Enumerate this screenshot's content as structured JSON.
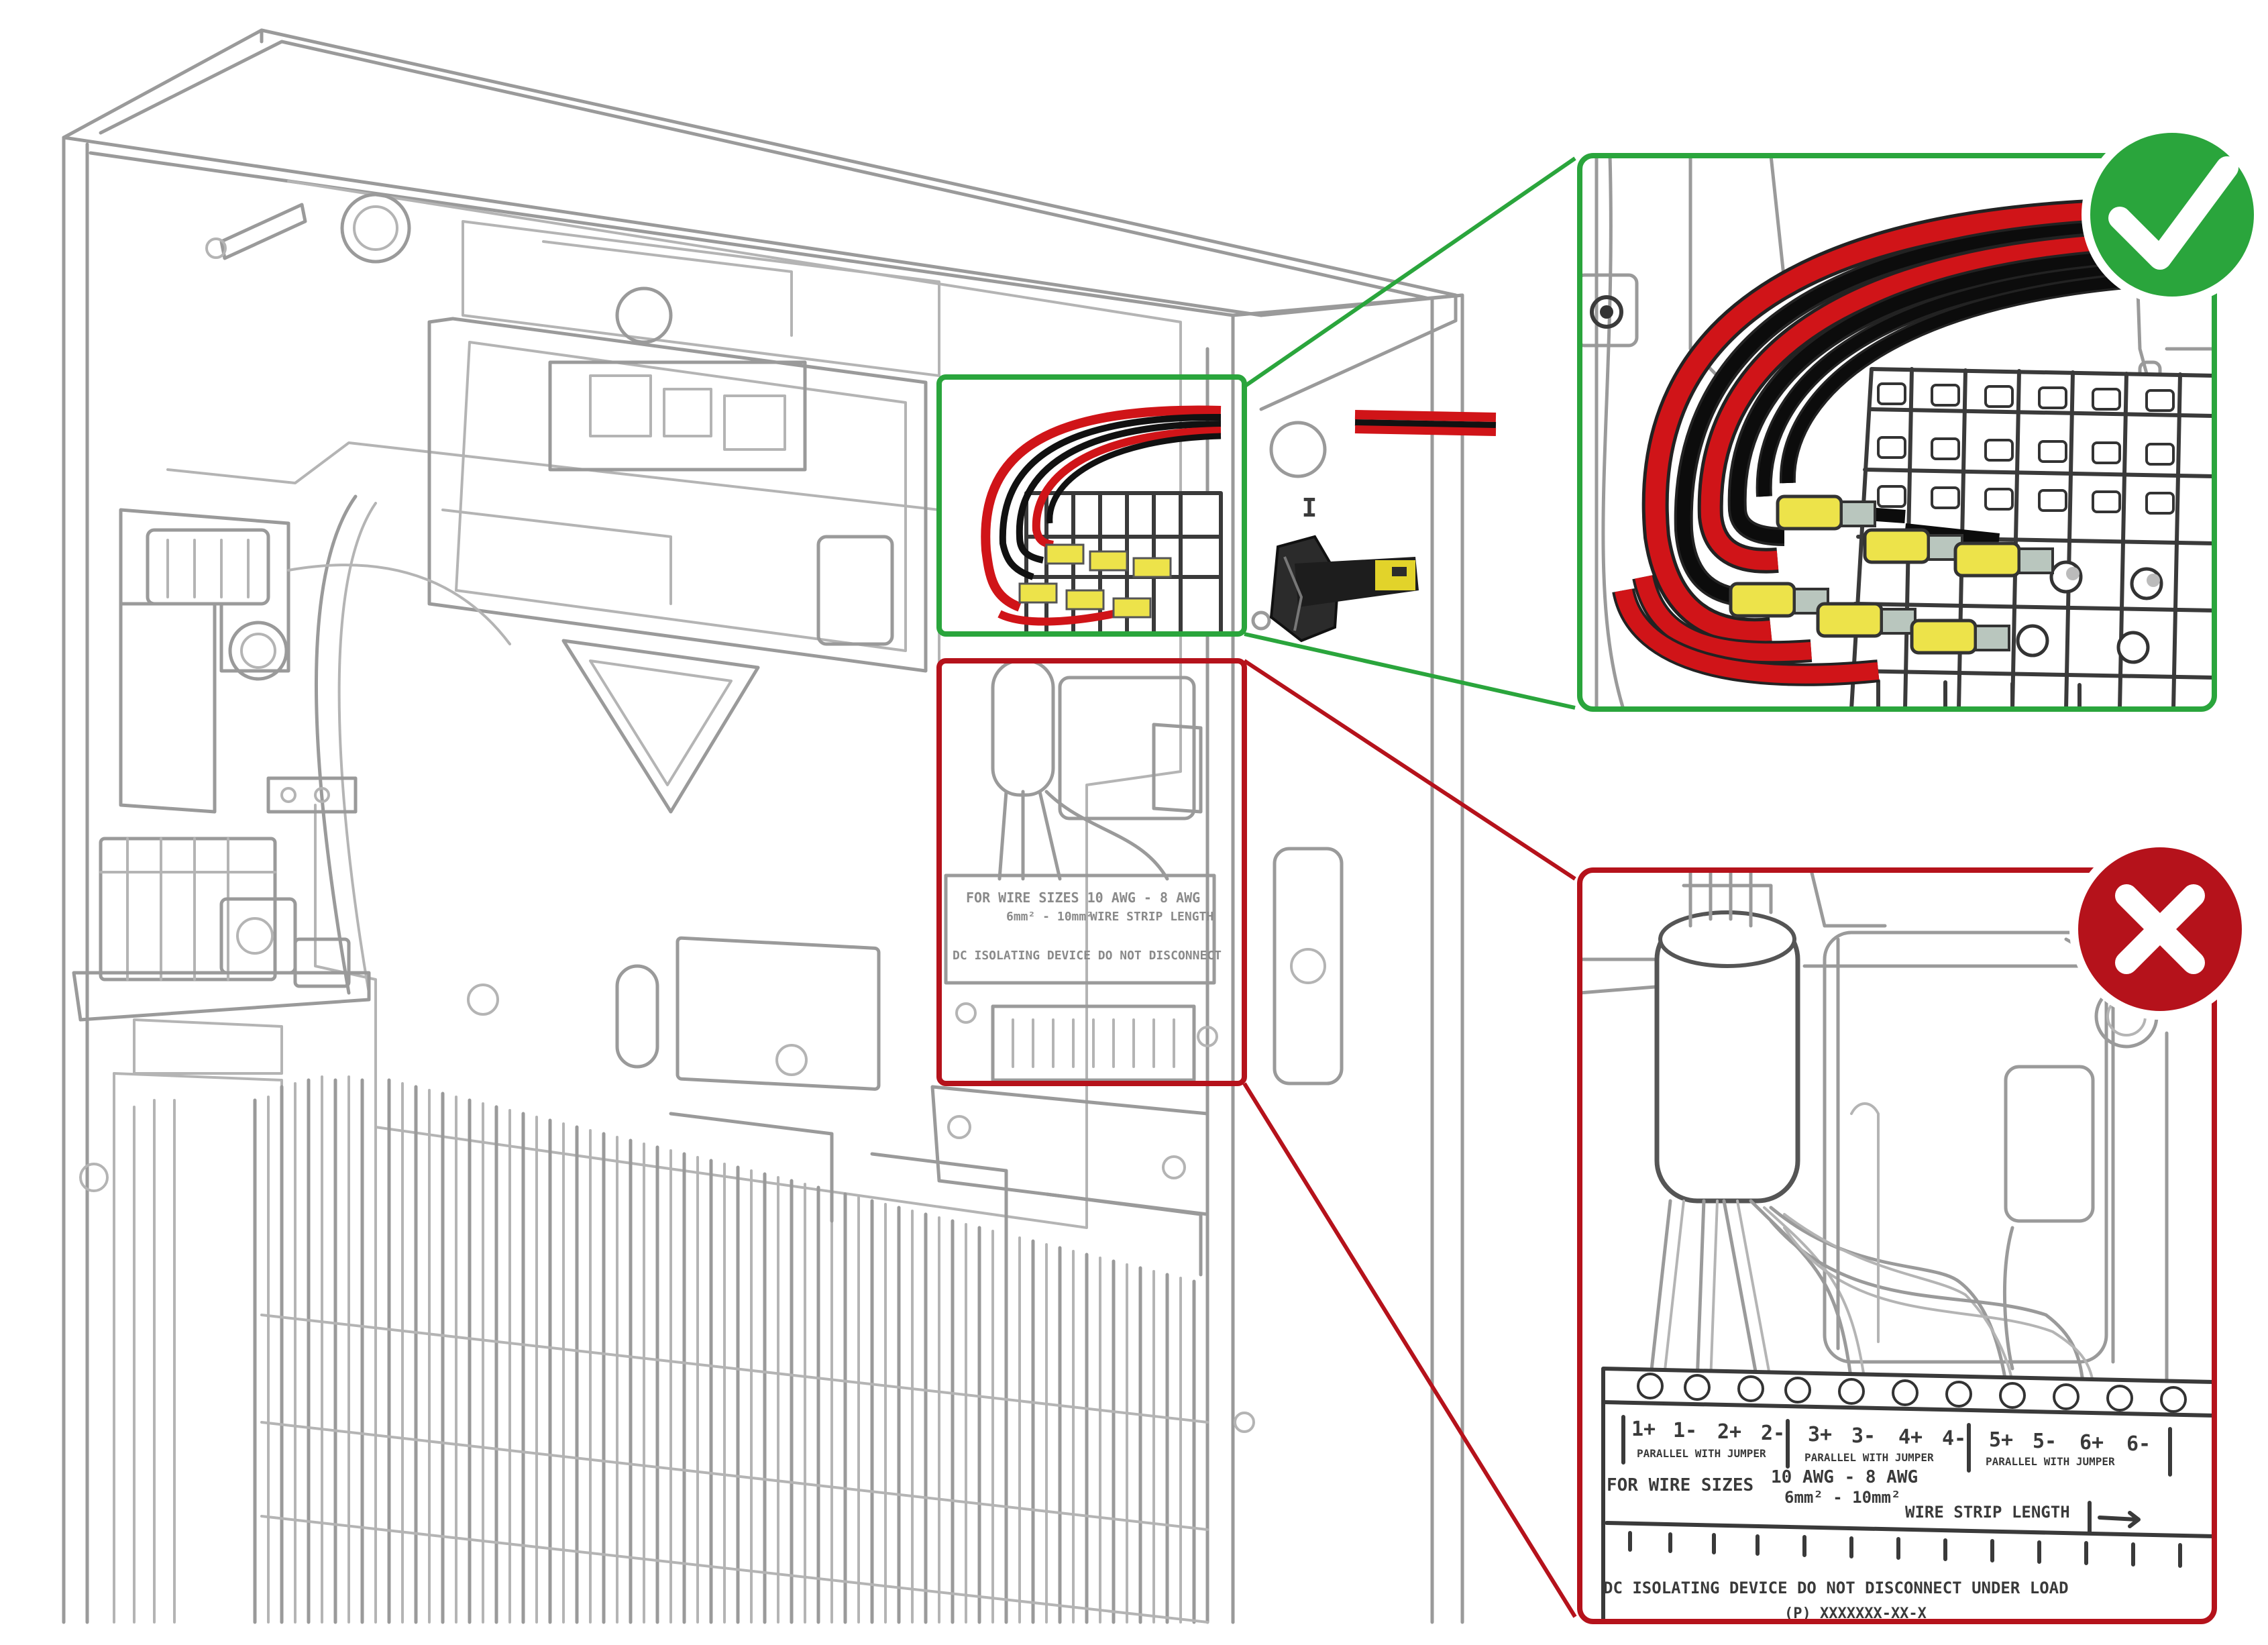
{
  "switch_label": "I",
  "panel": {
    "label_left": "FOR WIRE SIZES 10 AWG - 8 AWG",
    "label_left_2": "6mm² - 10mm²",
    "label_right": "WIRE STRIP LENGTH",
    "label_bottom": "DC ISOLATING DEVICE DO NOT DISCONNECT"
  },
  "detail_bad": {
    "terminals": [
      "1+",
      "1-",
      "2+",
      "2-",
      "3+",
      "3-",
      "4+",
      "4-",
      "5+",
      "5-",
      "6+",
      "6-"
    ],
    "parallel_label": "PARALLEL WITH JUMPER",
    "wire_sizes": "FOR WIRE SIZES",
    "awg": "10 AWG - 8 AWG",
    "mm2": "6mm² - 10mm²",
    "strip_length": "WIRE STRIP LENGTH",
    "isolating": "DC ISOLATING DEVICE DO NOT DISCONNECT UNDER LOAD",
    "part_number": "(P) XXXXXXX-XX-X"
  },
  "colors": {
    "good": "#2aa53c",
    "bad": "#b5121b",
    "wire_red": "#d01418",
    "wire_black": "#111111",
    "ferrule": "#ede34a"
  },
  "icons": {
    "good": "check-icon",
    "bad": "cross-icon"
  }
}
